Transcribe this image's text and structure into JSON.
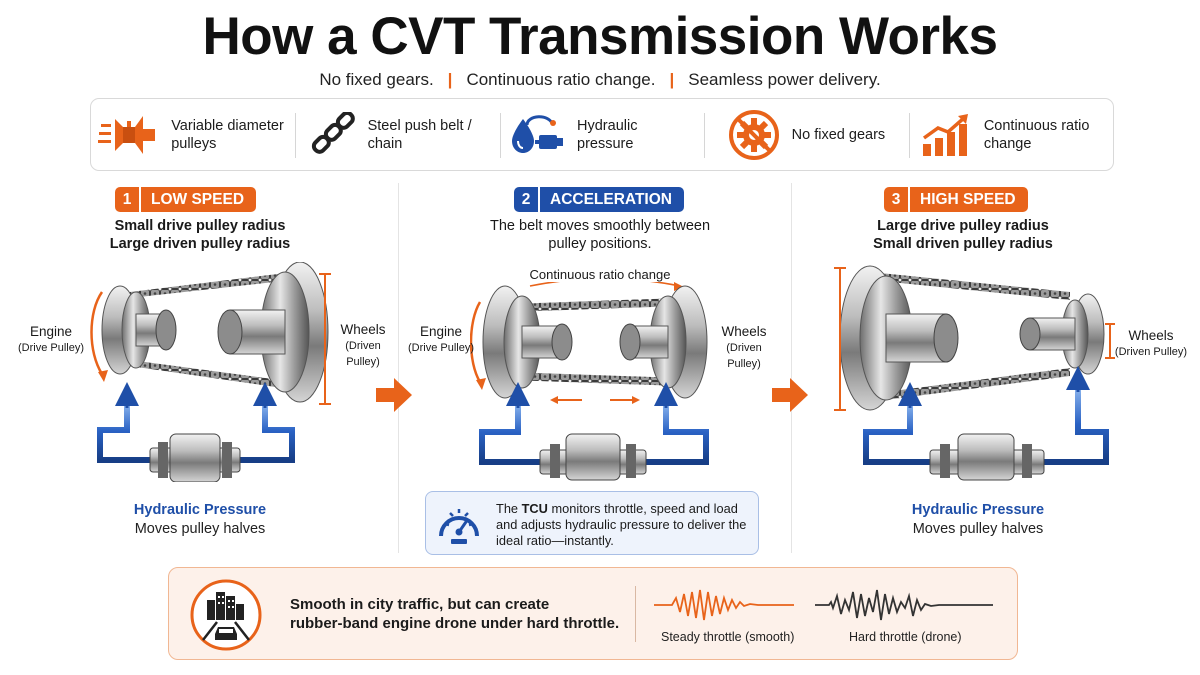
{
  "title": "How a CVT Transmission Works",
  "subtitle": {
    "parts": [
      "No fixed gears.",
      "Continuous ratio change.",
      "Seamless power delivery."
    ],
    "separator": "|"
  },
  "features": [
    {
      "label": "Variable diameter pulleys",
      "icon": "pulley-icon"
    },
    {
      "label": "Steel push belt / chain",
      "icon": "chain-icon"
    },
    {
      "label": "Hydraulic pressure",
      "icon": "hydraulic-icon"
    },
    {
      "label": "No fixed gears",
      "icon": "no-gears-icon"
    },
    {
      "label": "Continuous ratio change",
      "icon": "rising-chart-icon"
    }
  ],
  "stages": [
    {
      "number": "1",
      "name": "LOW SPEED",
      "color": "#e8631a",
      "desc_line1": "Small drive pulley radius",
      "desc_line2": "Large driven pulley radius",
      "engine_label": "Engine",
      "engine_sub": "(Drive Pulley)",
      "wheels_label": "Wheels",
      "wheels_sub": "(Driven Pulley)",
      "hydraulic_title": "Hydraulic Pressure",
      "hydraulic_sub": "Moves pulley halves"
    },
    {
      "number": "2",
      "name": "ACCELERATION",
      "color": "#1f4fa8",
      "desc_line1": "The belt moves smoothly between",
      "desc_line2": "pulley positions.",
      "ratio_label": "Continuous ratio change",
      "engine_label": "Engine",
      "engine_sub": "(Drive Pulley)",
      "wheels_label": "Wheels",
      "wheels_sub": "(Driven Pulley)"
    },
    {
      "number": "3",
      "name": "HIGH SPEED",
      "color": "#e8631a",
      "desc_line1": "Large drive pulley radius",
      "desc_line2": "Small driven pulley radius",
      "wheels_label": "Wheels",
      "wheels_sub": "(Driven Pulley)",
      "hydraulic_title": "Hydraulic Pressure",
      "hydraulic_sub": "Moves pulley halves"
    }
  ],
  "tcu": {
    "prefix": "The ",
    "highlight": "TCU",
    "text": " monitors throttle, speed and load and adjusts hydraulic pressure to deliver the ideal ratio—instantly.",
    "icon": "gauge-icon"
  },
  "bottom": {
    "line1": "Smooth in city traffic, but can create",
    "line2": "rubber-band engine drone under hard throttle.",
    "icon": "city-car-icon",
    "waves": [
      {
        "label": "Steady throttle (smooth)",
        "color": "#e8631a"
      },
      {
        "label": "Hard throttle (drone)",
        "color": "#333333"
      }
    ]
  }
}
